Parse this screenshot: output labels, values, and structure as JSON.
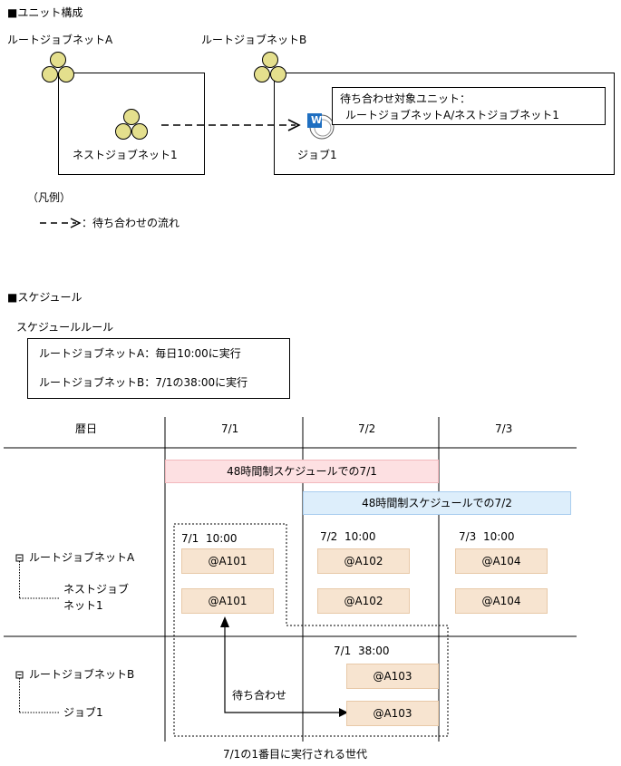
{
  "unit": {
    "section_title": "■ユニット構成",
    "root_a_label": "ルートジョブネットA",
    "root_b_label": "ルートジョブネットB",
    "nested_label": "ネストジョブネット1",
    "job_label": "ジョブ1",
    "job_icon_letter": "W",
    "wait_target_line1": "待ち合わせ対象ユニット：",
    "wait_target_line2": "ルートジョブネットA/ネストジョブネット1",
    "legend_title": "（凡例）",
    "legend_text": "：待ち合わせの流れ"
  },
  "schedule": {
    "section_title": "■スケジュール",
    "rule_title": "スケジュールルール",
    "rule_a": "ルートジョブネットA：毎日10:00に実行",
    "rule_b": "ルートジョブネットB：7/1の38:00に実行",
    "header_calendar": "暦日",
    "dates": [
      "7/1",
      "7/2",
      "7/3"
    ],
    "band_1": "48時間制スケジュールでの7/1",
    "band_2": "48時間制スケジュールでの7/2",
    "row_a_label": "ルートジョブネットA",
    "row_nested_label_1": "ネストジョブ",
    "row_nested_label_2": "ネット1",
    "row_b_label": "ルートジョブネットB",
    "row_job_label": "ジョブ1",
    "time_a_1": "7/1  10:00",
    "time_a_2": "7/2  10:00",
    "time_a_3": "7/3  10:00",
    "time_b": "7/1  38:00",
    "gen_a_1": "@A101",
    "gen_a_2": "@A102",
    "gen_a_3": "@A104",
    "gen_b": "@A103",
    "wait_label": "待ち合わせ",
    "first_gen_caption": "7/1の1番目に実行される世代"
  },
  "colors": {
    "jobnet_circle": "#e4df8d",
    "band_pink": "#fde0e2",
    "band_blue": "#ddeefb",
    "generation_fill": "#f7e4d0",
    "job_icon_blue": "#1f6fc1"
  }
}
